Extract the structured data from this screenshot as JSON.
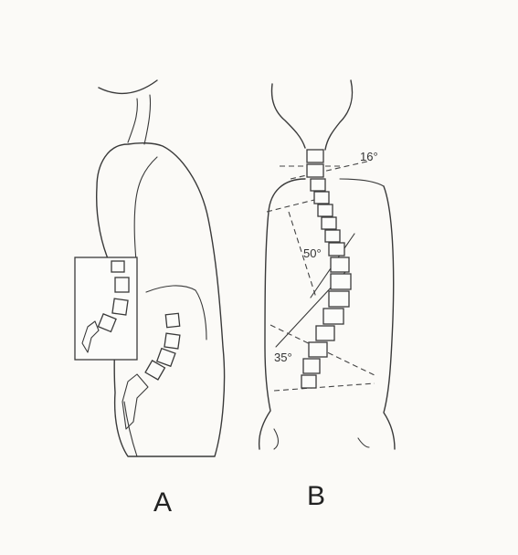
{
  "panels": [
    {
      "label": "A"
    },
    {
      "label": "B",
      "angles": [
        {
          "text": "16°"
        },
        {
          "text": "50°"
        },
        {
          "text": "35°"
        }
      ]
    }
  ]
}
